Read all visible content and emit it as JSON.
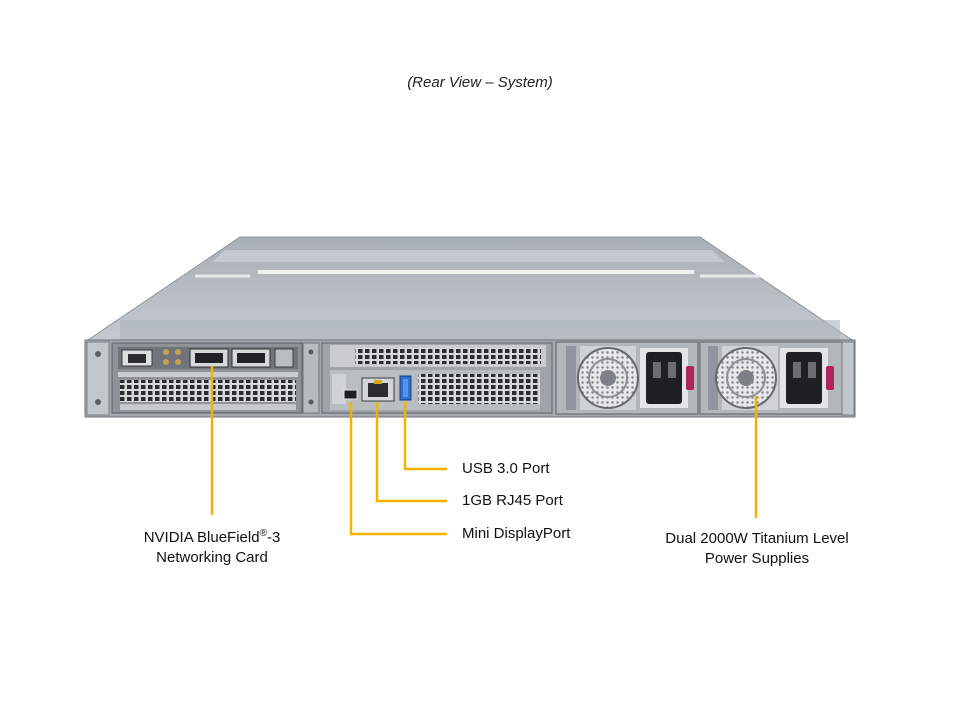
{
  "caption": "(Rear View – System)",
  "callouts": {
    "usb": "USB 3.0 Port",
    "rj45": "1GB RJ45 Port",
    "displayport": "Mini DisplayPort",
    "bluefield": {
      "line1_prefix": "NVIDIA BlueField",
      "line1_mark": "®",
      "line1_suffix": "-3",
      "line2": "Networking Card"
    },
    "psu": {
      "line1": "Dual 2000W Titanium Level",
      "line2": "Power Supplies"
    }
  },
  "colors": {
    "callout_line": "#f2b400",
    "chassis_top": "#b9bfc6",
    "chassis_face": "#9aa1a8",
    "usb_port": "#2f6fd0",
    "psu_handle": "#b0245a"
  }
}
